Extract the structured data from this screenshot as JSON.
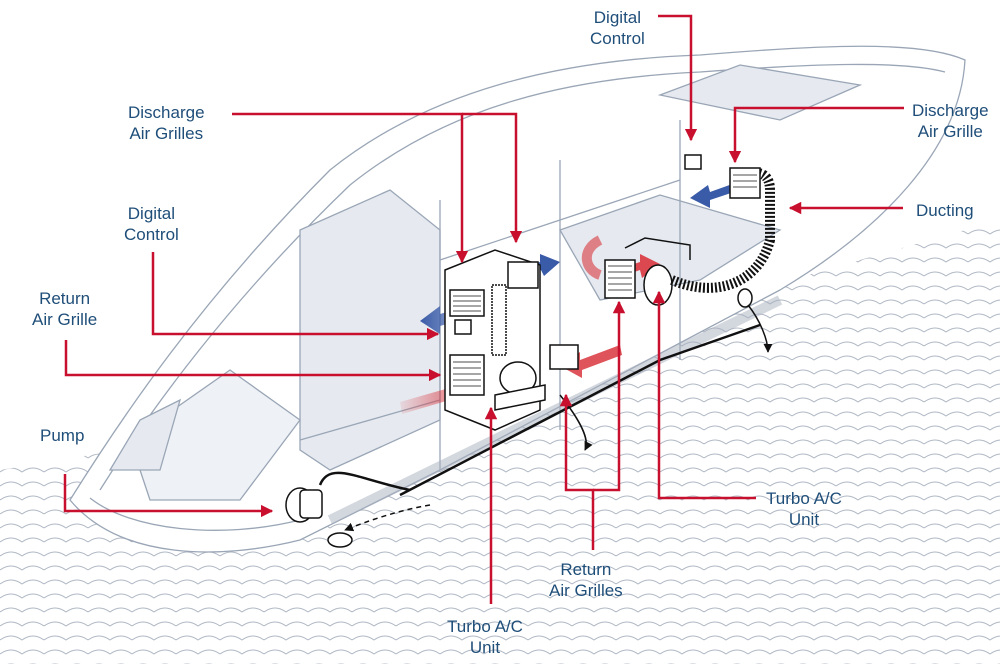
{
  "title": "Boat Turbo A/C system layout",
  "colors": {
    "label_text": "#1f4e79",
    "leader_line": "#c8102e",
    "hull_line": "#9aa6b6",
    "hull_fill": "#e6eaf0",
    "cold_air": "#3a5ba8",
    "warm_air": "#d9363e",
    "water": "#a7b0bd",
    "equipment": "#111111"
  },
  "labels": {
    "discharge_air_grilles": {
      "line1": "Discharge",
      "line2": "Air Grilles"
    },
    "digital_control_left": {
      "line1": "Digital",
      "line2": "Control"
    },
    "return_air_grille": {
      "line1": "Return",
      "line2": "Air Grille"
    },
    "pump": {
      "line1": "Pump"
    },
    "turbo_ac_unit_bottom": {
      "line1": "Turbo A/C",
      "line2": "Unit"
    },
    "return_air_grilles": {
      "line1": "Return",
      "line2": "Air Grilles"
    },
    "turbo_ac_unit_right": {
      "line1": "Turbo A/C",
      "line2": "Unit"
    },
    "digital_control_top": {
      "line1": "Digital",
      "line2": "Control"
    },
    "discharge_air_grille": {
      "line1": "Discharge",
      "line2": "Air Grille"
    },
    "ducting": {
      "line1": "Ducting"
    }
  }
}
